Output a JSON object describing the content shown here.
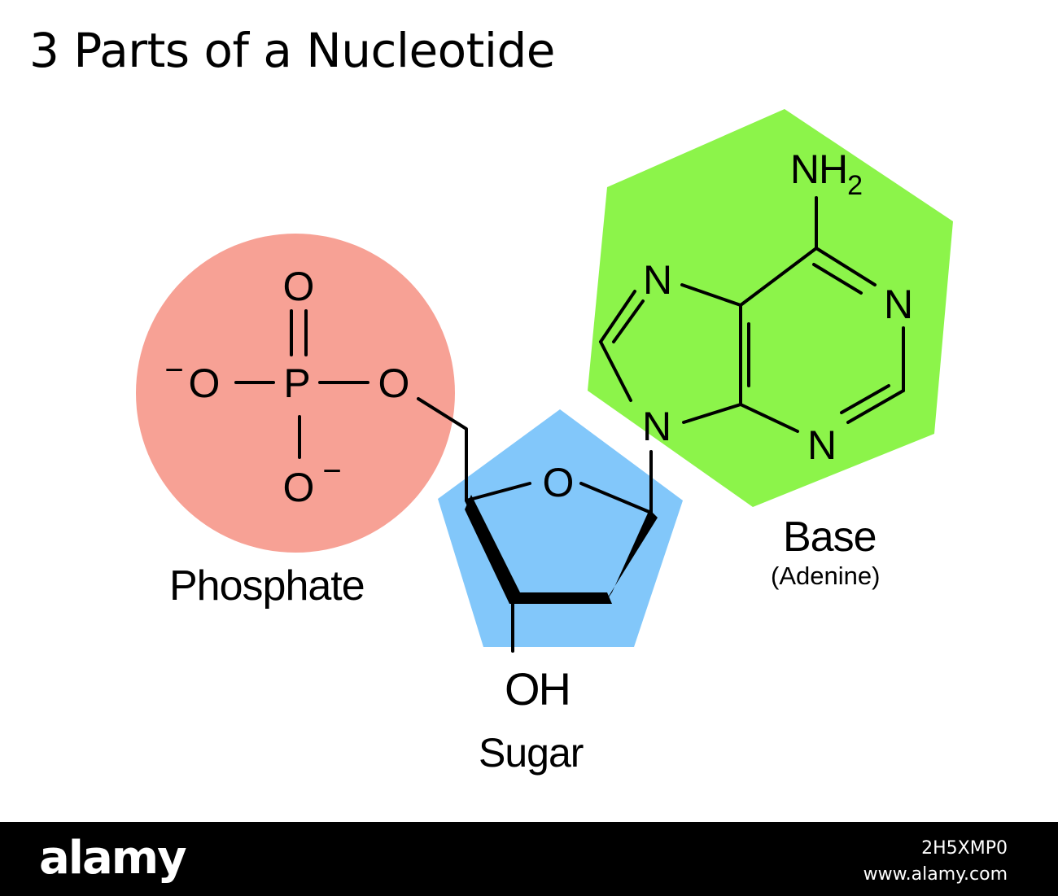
{
  "title": "3 Parts of a Nucleotide",
  "colors": {
    "phosphate": "#f7a195",
    "sugar": "#82c7fa",
    "base": "#8cf44a",
    "bond": "#000000"
  },
  "phosphate": {
    "label": "Phosphate",
    "atoms": {
      "o_top": "O",
      "o_left": "O",
      "p": "P",
      "o_right": "O",
      "o_bottom": "O",
      "neg_left": "−",
      "neg_bottom": "−"
    }
  },
  "sugar": {
    "label": "Sugar",
    "atoms": {
      "ring_o": "O",
      "oh": "OH"
    }
  },
  "base": {
    "label": "Base",
    "sublabel": "(Adenine)",
    "atoms": {
      "nh": "NH",
      "nh_sub": "2",
      "n7": "N",
      "n1": "N",
      "n9": "N",
      "n3": "N"
    }
  },
  "footer": {
    "brand": "alamy",
    "image_id": "2H5XMP0",
    "site": "www.alamy.com"
  }
}
